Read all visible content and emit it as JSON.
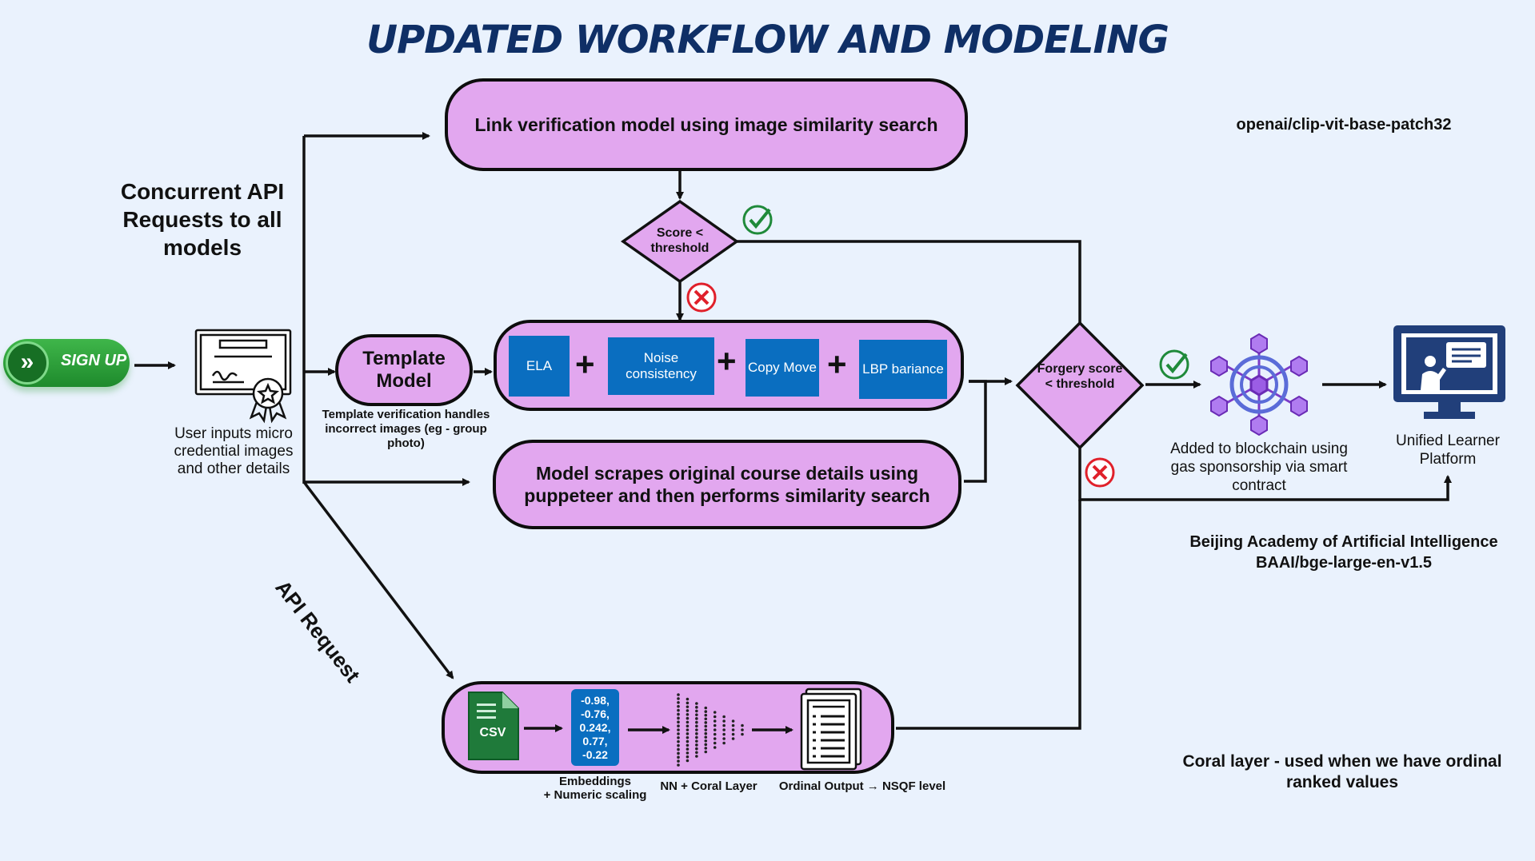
{
  "title": "UPDATED WORKFLOW AND MODELING",
  "signup": {
    "label": "SIGN UP"
  },
  "user_input": {
    "text": "User inputs micro credential images and other details"
  },
  "concurrent": {
    "text": "Concurrent API Requests to all models"
  },
  "api_request": {
    "text": "API Request"
  },
  "link_model": {
    "text": "Link verification model using image similarity search"
  },
  "clip_model": {
    "text": "openai/clip-vit-base-patch32"
  },
  "score_diamond": {
    "text": "Score < threshold"
  },
  "template_model": {
    "text": "Template Model",
    "caption": "Template verification handles incorrect images (eg - group photo)"
  },
  "forensics": {
    "items": [
      "ELA",
      "Noise consistency",
      "Copy Move",
      "LBP bariance"
    ],
    "plus": "+"
  },
  "scrape_model": {
    "text": "Model scrapes original course details using puppeteer and then performs similarity search"
  },
  "forgery_diamond": {
    "text": "Forgery score < threshold"
  },
  "blockchain": {
    "text": "Added to blockchain using gas sponsorship via smart contract"
  },
  "platform": {
    "text": "Unified Learner Platform"
  },
  "baai": {
    "line1": "Beijing Academy of Artificial Intelligence",
    "line2": "BAAI/bge-large-en-v1.5"
  },
  "ordinal_pipeline": {
    "csv_label": "CSV",
    "embedding_values": [
      "-0.98,",
      "-0.76,",
      "0.242,",
      "0.77,",
      "-0.22"
    ],
    "embeddings_caption_1": "Embeddings",
    "embeddings_caption_2": "+ Numeric scaling",
    "nn_caption": "NN + Coral Layer",
    "ordinal_caption": "Ordinal Output → NSQF level"
  },
  "coral_note": {
    "text": "Coral layer - used when we have ordinal ranked values"
  },
  "colors": {
    "pill": "#e2a7ef",
    "blue_box": "#0a6ec0",
    "title": "#0f2f66",
    "check": "#1f8a3a",
    "cross": "#e0202a",
    "background": "#eaf2fd"
  }
}
